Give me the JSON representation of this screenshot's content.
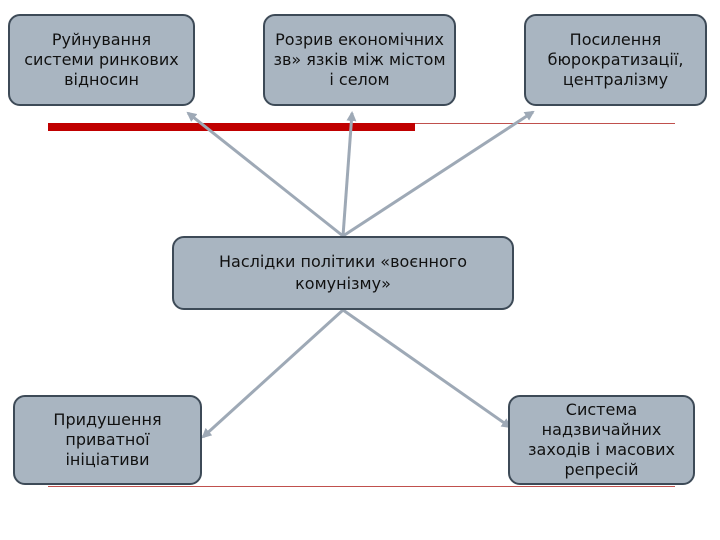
{
  "diagram": {
    "center": {
      "label": "Наслідки політики «воєнного комунізму»"
    },
    "top": [
      {
        "id": "markets",
        "label": "Руйнування системи ринкових відносин"
      },
      {
        "id": "ties",
        "label": "Розрив економічних зв» язків між містом і селом"
      },
      {
        "id": "bureaucracy",
        "label": "Посилення бюрократизації, централізму"
      }
    ],
    "bottom": [
      {
        "id": "initiative",
        "label": "Придушення приватної ініціативи"
      },
      {
        "id": "repression",
        "label": "Система надзвичайних заходів і масових репресій"
      }
    ],
    "colors": {
      "box_fill": "#a9b5c1",
      "box_border": "#3d4a57",
      "arrow": "#9ea9b6",
      "accent_bar": "#c00000",
      "rule_line": "#c0504d"
    }
  }
}
